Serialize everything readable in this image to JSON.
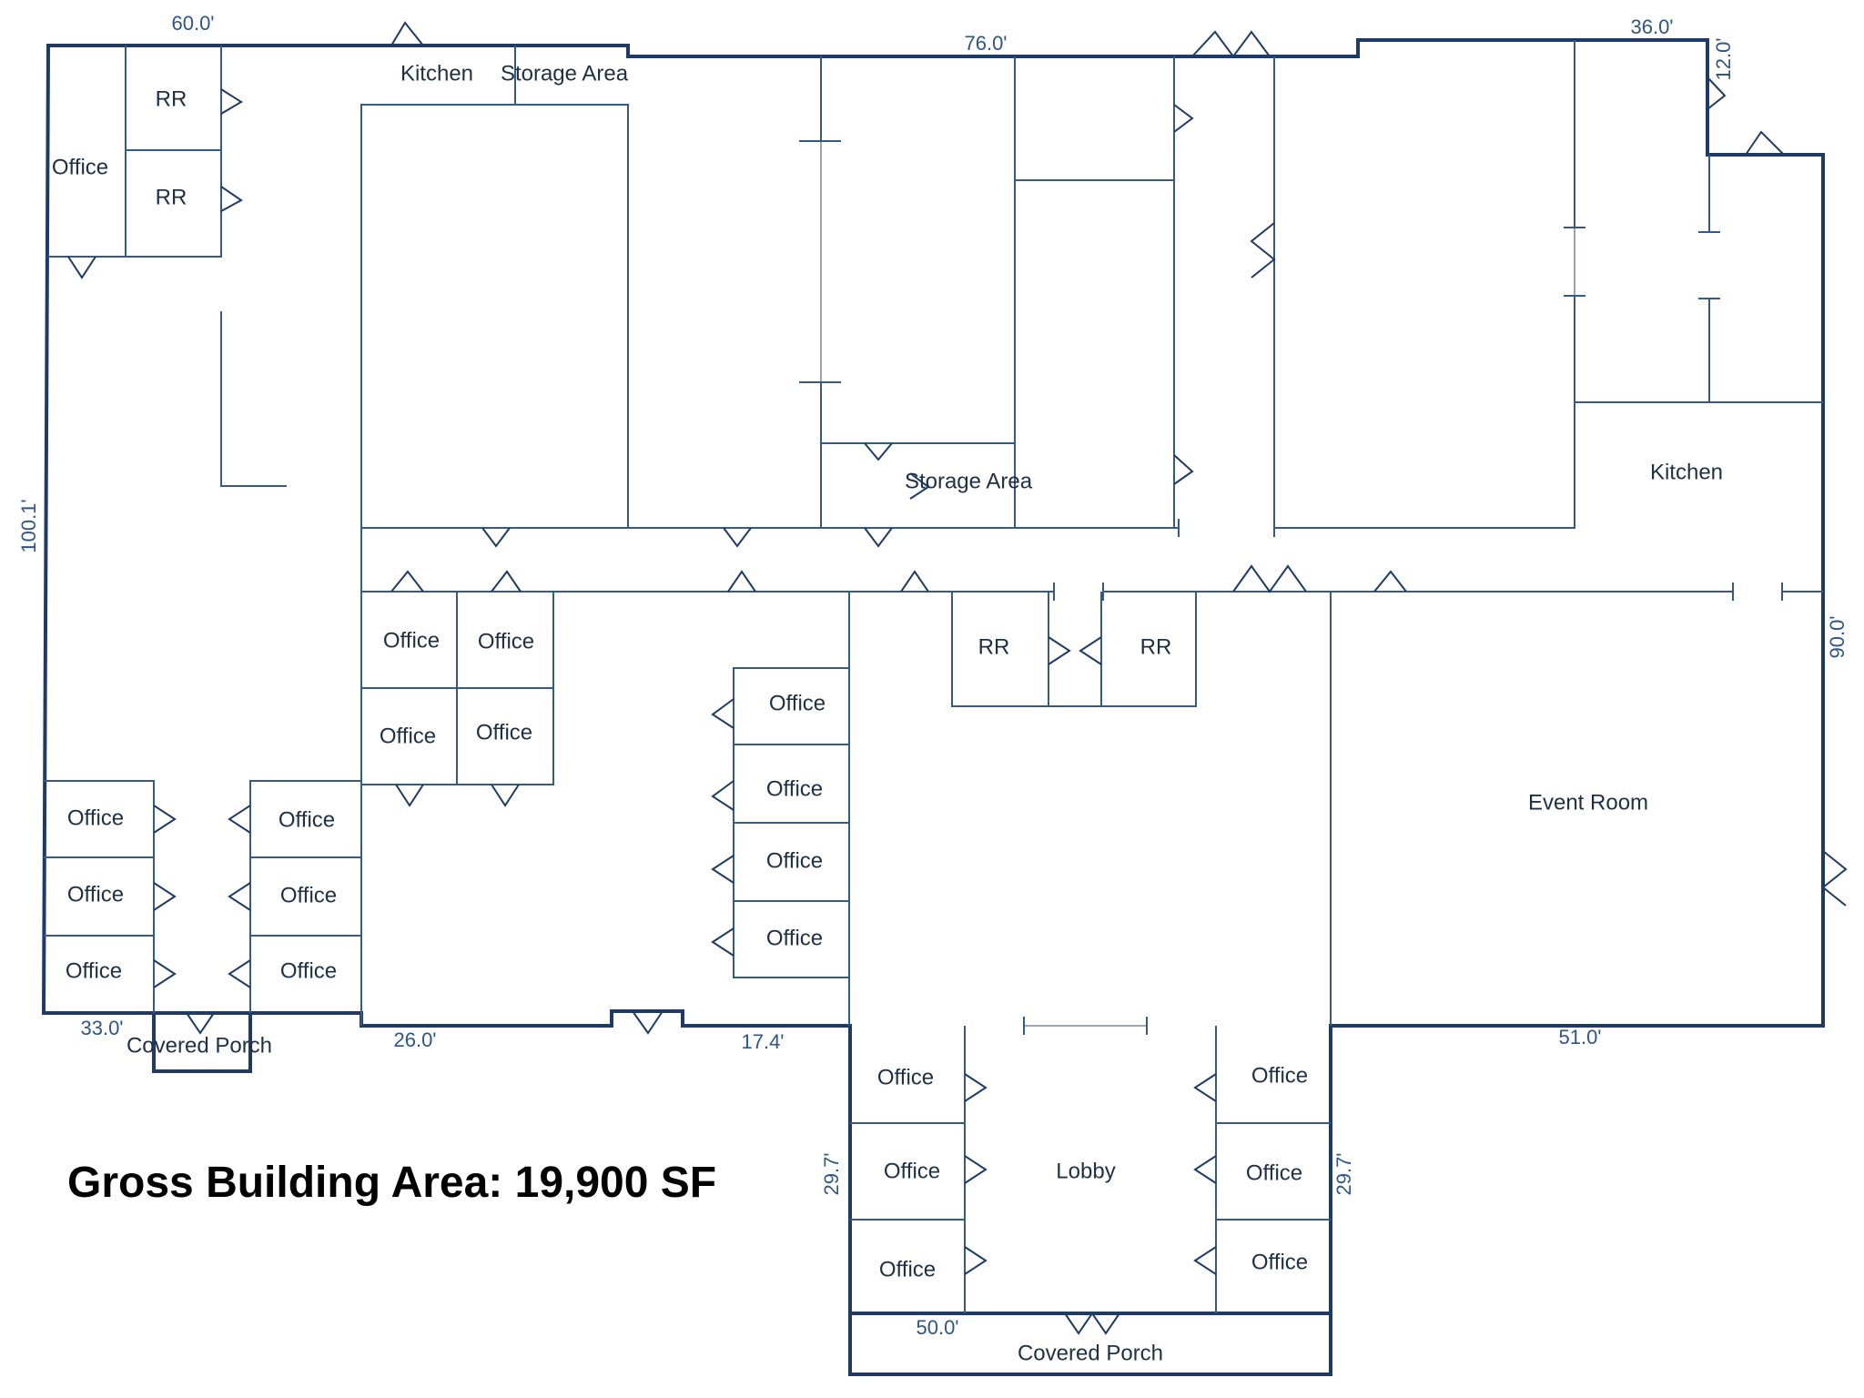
{
  "title": "Gross Building Area: 19,900 SF",
  "rooms": {
    "office_nw": "Office",
    "rr_top": "RR",
    "rr_bottom": "RR",
    "kitchen_north": "Kitchen",
    "storage_north": "Storage Area",
    "storage_center": "Storage Area",
    "kitchen_east": "Kitchen",
    "office_cluster_1": "Office",
    "office_cluster_2": "Office",
    "office_cluster_3": "Office",
    "office_cluster_4": "Office",
    "office_col_1": "Office",
    "office_col_2": "Office",
    "office_col_3": "Office",
    "office_col_4": "Office",
    "rr_center_left": "RR",
    "rr_center_right": "RR",
    "event_room": "Event Room",
    "office_sw_left_1": "Office",
    "office_sw_left_2": "Office",
    "office_sw_left_3": "Office",
    "office_sw_right_1": "Office",
    "office_sw_right_2": "Office",
    "office_sw_right_3": "Office",
    "covered_porch_west": "Covered Porch",
    "lobby": "Lobby",
    "office_lobby_left_1": "Office",
    "office_lobby_left_2": "Office",
    "office_lobby_left_3": "Office",
    "office_lobby_right_1": "Office",
    "office_lobby_right_2": "Office",
    "office_lobby_right_3": "Office",
    "covered_porch_south": "Covered Porch"
  },
  "dimensions": {
    "top_west": "60.0'",
    "top_center": "76.0'",
    "top_east": "36.0'",
    "notch_east": "12.0'",
    "west_side": "100.1'",
    "east_side": "90.0'",
    "bottom_porch": "33.0'",
    "bottom_west": "26.0'",
    "bottom_mid": "17.4'",
    "bottom_east": "51.0'",
    "lobby_left": "29.7'",
    "lobby_right": "29.7'",
    "lobby_bottom": "50.0'"
  }
}
